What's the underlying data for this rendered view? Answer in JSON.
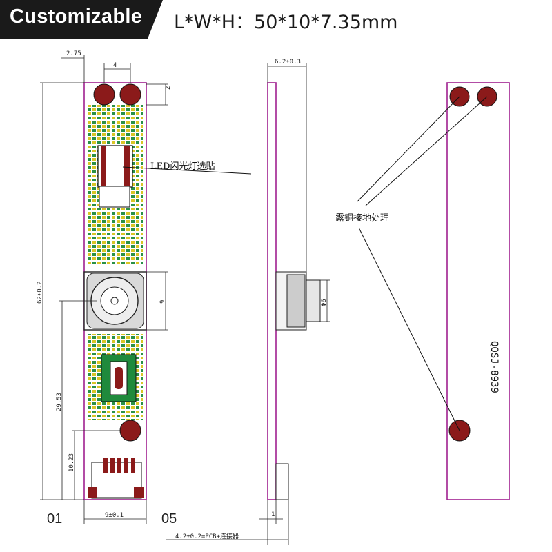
{
  "banner": {
    "tag": "Customizable",
    "dims": "L*W*H：50*10*7.35mm"
  },
  "front": {
    "dim_top_offset": "2.75",
    "dim_led_spacing": "4",
    "dim_led_diam": "2",
    "dim_length": "62±0.2",
    "dim_lens_height": "9",
    "dim_lens_center": "29.53",
    "dim_bottom_pad": "10.23",
    "dim_width": "9±0.1",
    "pin_left": "01",
    "pin_right": "05",
    "led_note": "LED闪光灯选贴"
  },
  "side": {
    "dim_thickness": "6.2±0.3",
    "dim_lens_diam": "Φ6",
    "dim_pcb_thk": "1",
    "dim_total": "4.2±0.2=PCB+连接器"
  },
  "back": {
    "model": "QQSJ-8939",
    "note": "露铜接地处理"
  },
  "colors": {
    "pcb_outline": "#a0208f",
    "pad": "#8b1a1a",
    "silk_green": "#1f8a3c",
    "silk_yellow": "#d8c21a"
  }
}
